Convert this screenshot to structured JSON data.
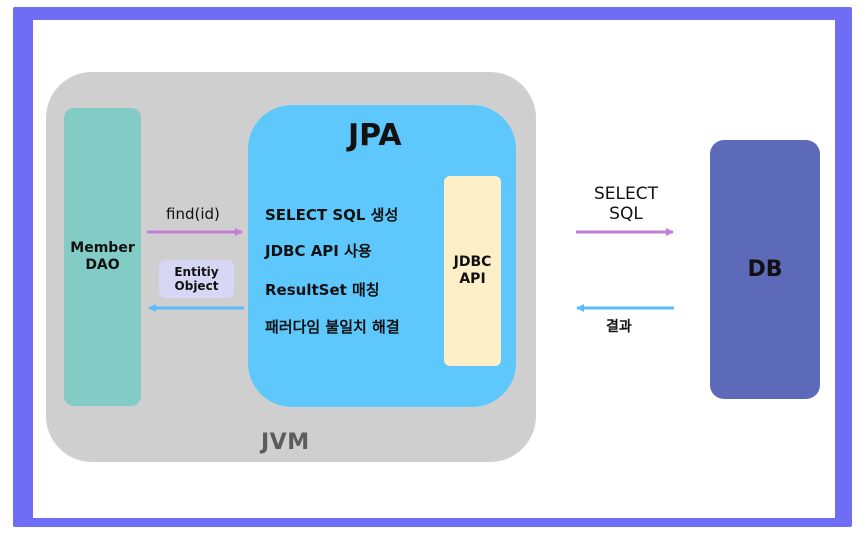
{
  "jvm": {
    "label": "JVM"
  },
  "member_dao": {
    "line1": "Member",
    "line2": "DAO"
  },
  "jpa": {
    "title": "JPA",
    "items": [
      "SELECT SQL 생성",
      "JDBC API 사용",
      "ResultSet 매칭",
      "패러다임 불일치 해결"
    ]
  },
  "jdbc_api": {
    "line1": "JDBC",
    "line2": "API"
  },
  "entity_object": {
    "line1": "Entitiy",
    "line2": "Object"
  },
  "arrows": {
    "find_label": "find(id)",
    "select_sql_line1": "SELECT",
    "select_sql_line2": "SQL",
    "result_label": "결과"
  },
  "db": {
    "label": "DB"
  },
  "colors": {
    "frame": "#6f6cf5",
    "jvm": "#cfcfcf",
    "member_dao": "#82ccc5",
    "jpa": "#5ec8fd",
    "jdbc_api": "#fdefc7",
    "entity": "#d7d6f5",
    "db": "#5d6ab9",
    "request_arrow": "#c07fd4",
    "response_arrow": "#5cbcfa"
  }
}
